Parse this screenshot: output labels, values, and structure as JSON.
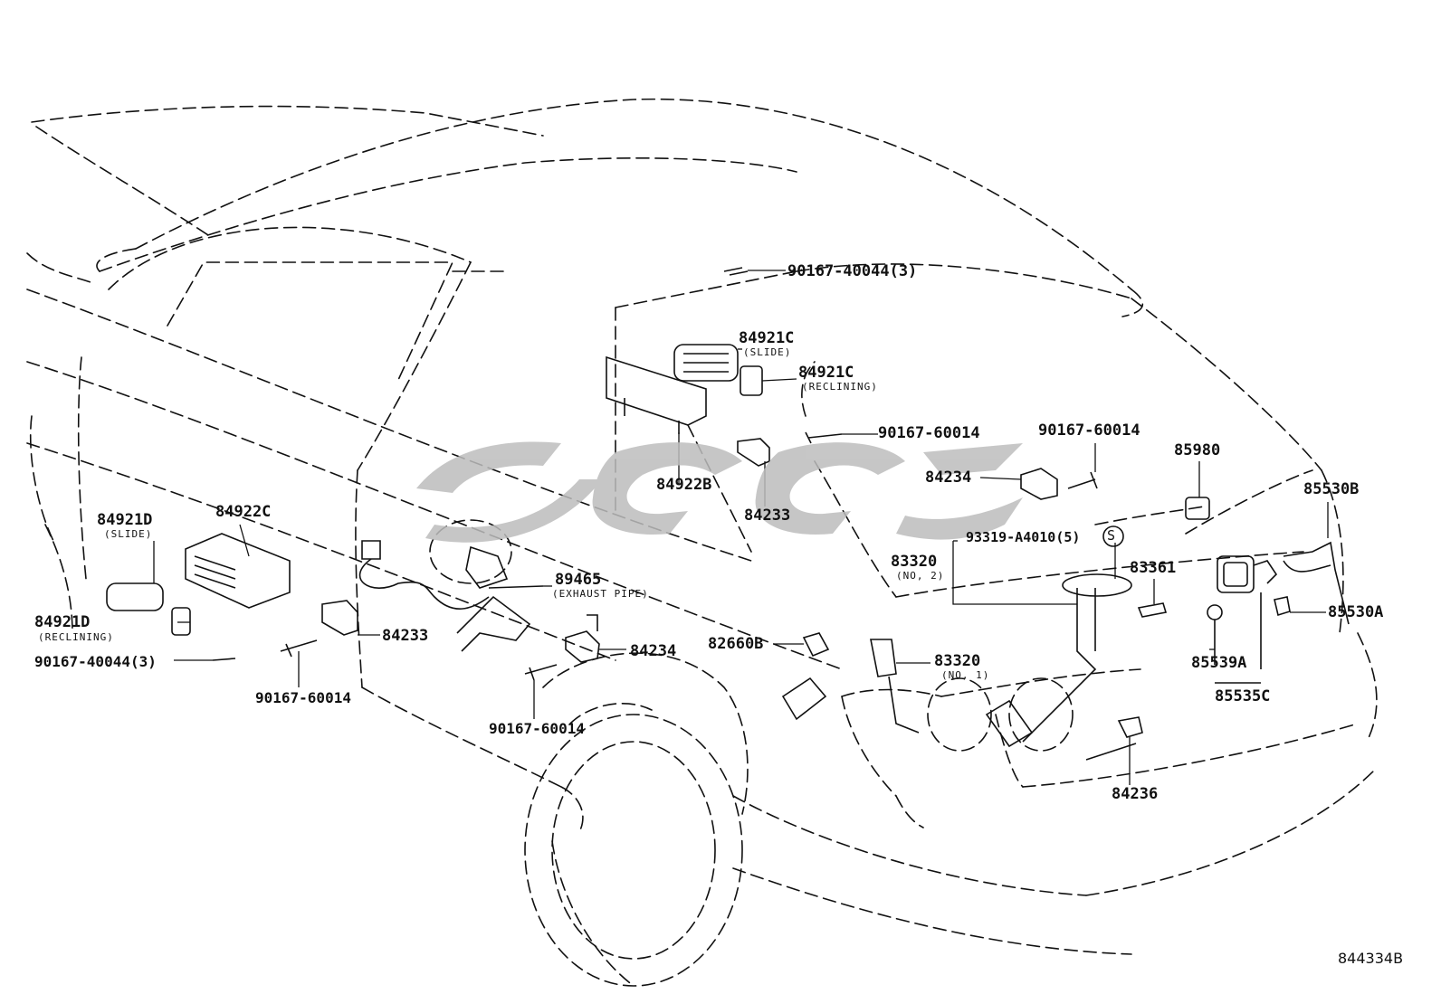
{
  "diagram_code": "844334B",
  "parts": [
    {
      "id": "p1",
      "number": "90167-40044(3)"
    },
    {
      "id": "p2",
      "number": "84921C",
      "note": "(SLIDE)"
    },
    {
      "id": "p3",
      "number": "84921C",
      "note": "(RECLINING)"
    },
    {
      "id": "p4",
      "number": "90167-60014"
    },
    {
      "id": "p5",
      "number": "90167-60014"
    },
    {
      "id": "p6",
      "number": "85980"
    },
    {
      "id": "p7",
      "number": "84234"
    },
    {
      "id": "p8",
      "number": "84922B"
    },
    {
      "id": "p9",
      "number": "84233"
    },
    {
      "id": "p10",
      "number": "85530B"
    },
    {
      "id": "p11",
      "number": "93319-A4010(5)"
    },
    {
      "id": "p12",
      "number": "83320",
      "note": "(NO, 2)"
    },
    {
      "id": "p13",
      "number": "83361"
    },
    {
      "id": "p14",
      "number": "85530A"
    },
    {
      "id": "p15",
      "number": "84921D",
      "note": "(SLIDE)"
    },
    {
      "id": "p16",
      "number": "84922C"
    },
    {
      "id": "p17",
      "number": "89465",
      "note": "(EXHAUST PIPE)"
    },
    {
      "id": "p18",
      "number": "84921D",
      "note": "(RECLINING)"
    },
    {
      "id": "p19",
      "number": "84233"
    },
    {
      "id": "p20",
      "number": "82660B"
    },
    {
      "id": "p21",
      "number": "83320",
      "note": "(NO, 1)"
    },
    {
      "id": "p22",
      "number": "85539A"
    },
    {
      "id": "p23",
      "number": "90167-40044(3)"
    },
    {
      "id": "p24",
      "number": "84234"
    },
    {
      "id": "p25",
      "number": "85535C"
    },
    {
      "id": "p26",
      "number": "90167-60014"
    },
    {
      "id": "p27",
      "number": "90167-60014"
    },
    {
      "id": "p28",
      "number": "84236"
    }
  ],
  "symbols": {
    "s_mark": "S"
  },
  "colors": {
    "ink": "#111111",
    "watermark": "#bdbdbd"
  }
}
